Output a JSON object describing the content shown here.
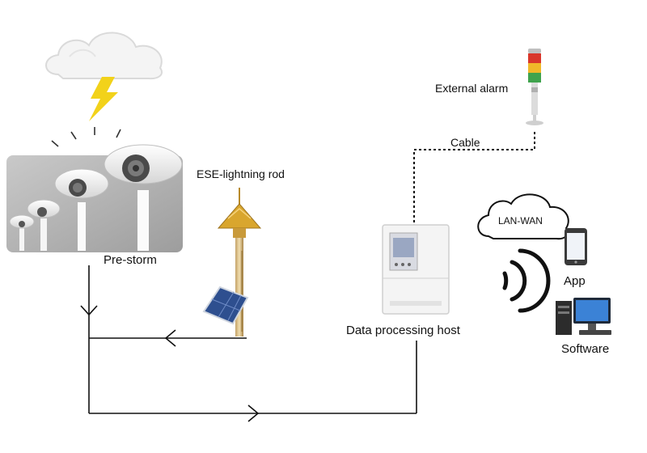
{
  "labels": {
    "pre_storm": "Pre-storm",
    "rod": "ESE-lightning rod",
    "alarm": "External alarm",
    "cable": "Cable",
    "cloud": "LAN-WAN",
    "app": "App",
    "host": "Data processing host",
    "software": "Software"
  },
  "icons": {
    "storm": "cloud-lightning-icon",
    "sensors": "field-mill-sensor-icon",
    "rod": "lightning-rod-icon",
    "solar": "solar-panel-icon",
    "alarm": "signal-tower-light-icon",
    "host": "control-box-icon",
    "wireless": "wireless-signal-icon",
    "network": "cloud-network-icon",
    "phone": "smartphone-icon",
    "computer": "desktop-computer-icon"
  },
  "colors": {
    "line": "#111111",
    "bolt": "#f2d21a",
    "alarm_red": "#d9372b",
    "alarm_yellow": "#f0b829",
    "alarm_green": "#3fa34d",
    "rod_gold": "#d9a62e",
    "solar_blue": "#3c5fa3",
    "computer_blue": "#3b82d6"
  }
}
